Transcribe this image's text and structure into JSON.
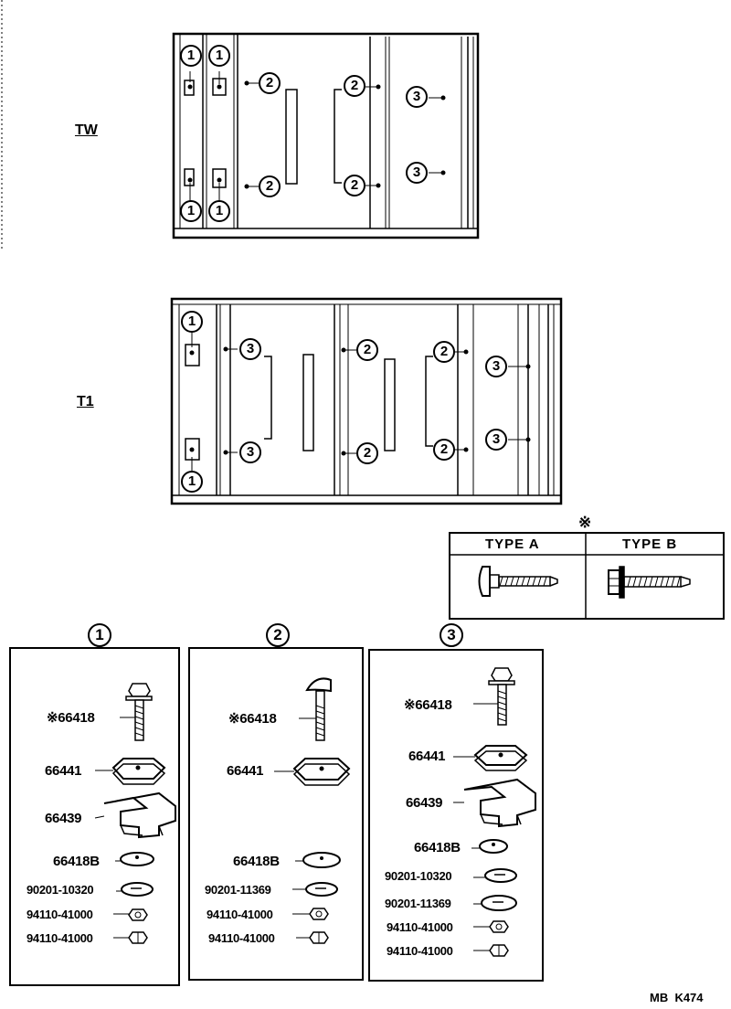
{
  "variants": {
    "tw": "TW",
    "t1": "T1"
  },
  "type_table": {
    "mark": "※",
    "type_a": "TYPE A",
    "type_b": "TYPE B"
  },
  "callouts": {
    "one": "1",
    "two": "2",
    "three": "3"
  },
  "kits": [
    {
      "id": "1",
      "parts": [
        "※66418",
        "66441",
        "66439",
        "66418B",
        "90201-10320",
        "94110-41000",
        "94110-41000"
      ]
    },
    {
      "id": "2",
      "parts": [
        "※66418",
        "66441",
        "66418B",
        "90201-11369",
        "94110-41000",
        "94110-41000"
      ]
    },
    {
      "id": "3",
      "parts": [
        "※66418",
        "66441",
        "66439",
        "66418B",
        "90201-10320",
        "90201-11369",
        "94110-41000",
        "94110-41000"
      ]
    }
  ],
  "footer_code": "MB  K474"
}
